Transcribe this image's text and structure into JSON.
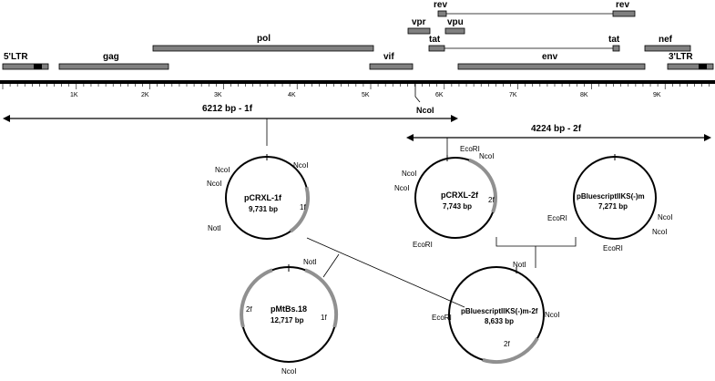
{
  "genome_map": {
    "genes": [
      {
        "id": "5ltr",
        "label": "5'LTR"
      },
      {
        "id": "gag",
        "label": "gag"
      },
      {
        "id": "pol",
        "label": "pol"
      },
      {
        "id": "vif",
        "label": "vif"
      },
      {
        "id": "vpr",
        "label": "vpr"
      },
      {
        "id": "vpu",
        "label": "vpu"
      },
      {
        "id": "rev",
        "label": "rev"
      },
      {
        "id": "rev2",
        "label": "rev"
      },
      {
        "id": "tat",
        "label": "tat"
      },
      {
        "id": "tat2",
        "label": "tat"
      },
      {
        "id": "env",
        "label": "env"
      },
      {
        "id": "nef",
        "label": "nef"
      },
      {
        "id": "3ltr",
        "label": "3'LTR"
      }
    ],
    "ruler_ticks": [
      "1K",
      "2K",
      "3K",
      "4K",
      "5K",
      "6K",
      "7K",
      "8K",
      "9K"
    ],
    "ncoi_site": "NcoI"
  },
  "fragments": {
    "f1": "6212 bp - 1f",
    "f2": "4224 bp - 2f"
  },
  "plasmids": [
    {
      "id": "pcrxl1f",
      "name": "pCRXL-1f",
      "size": "9,731 bp",
      "sites": {
        "a": "NcoI",
        "b": "NcoI",
        "c": "NcoI",
        "d": "NotI",
        "insert": "1f"
      }
    },
    {
      "id": "pcrxl2f",
      "name": "pCRXL-2f",
      "size": "7,743 bp",
      "sites": {
        "a": "EcoRI",
        "b": "NcoI",
        "c": "NcoI",
        "d": "NcoI",
        "e": "EcoRI",
        "insert": "2f"
      }
    },
    {
      "id": "pbs",
      "name": "pBluescriptIIKS(-)m",
      "size": "7,271 bp",
      "sites": {
        "a": "EcoRI",
        "b": "NcoI",
        "c": "NcoI",
        "d": "EcoRI"
      }
    },
    {
      "id": "pmtbs",
      "name": "pMtBs.18",
      "size": "12,717 bp",
      "sites": {
        "a": "NotI",
        "b": "2f",
        "c": "1f",
        "d": "NcoI"
      }
    },
    {
      "id": "pbs2f",
      "name": "pBluescriptIIKS(-)m-2f",
      "size": "8,633 bp",
      "sites": {
        "a": "NotI",
        "b": "EcoRI",
        "c": "NcoI",
        "d": "2f"
      }
    }
  ]
}
